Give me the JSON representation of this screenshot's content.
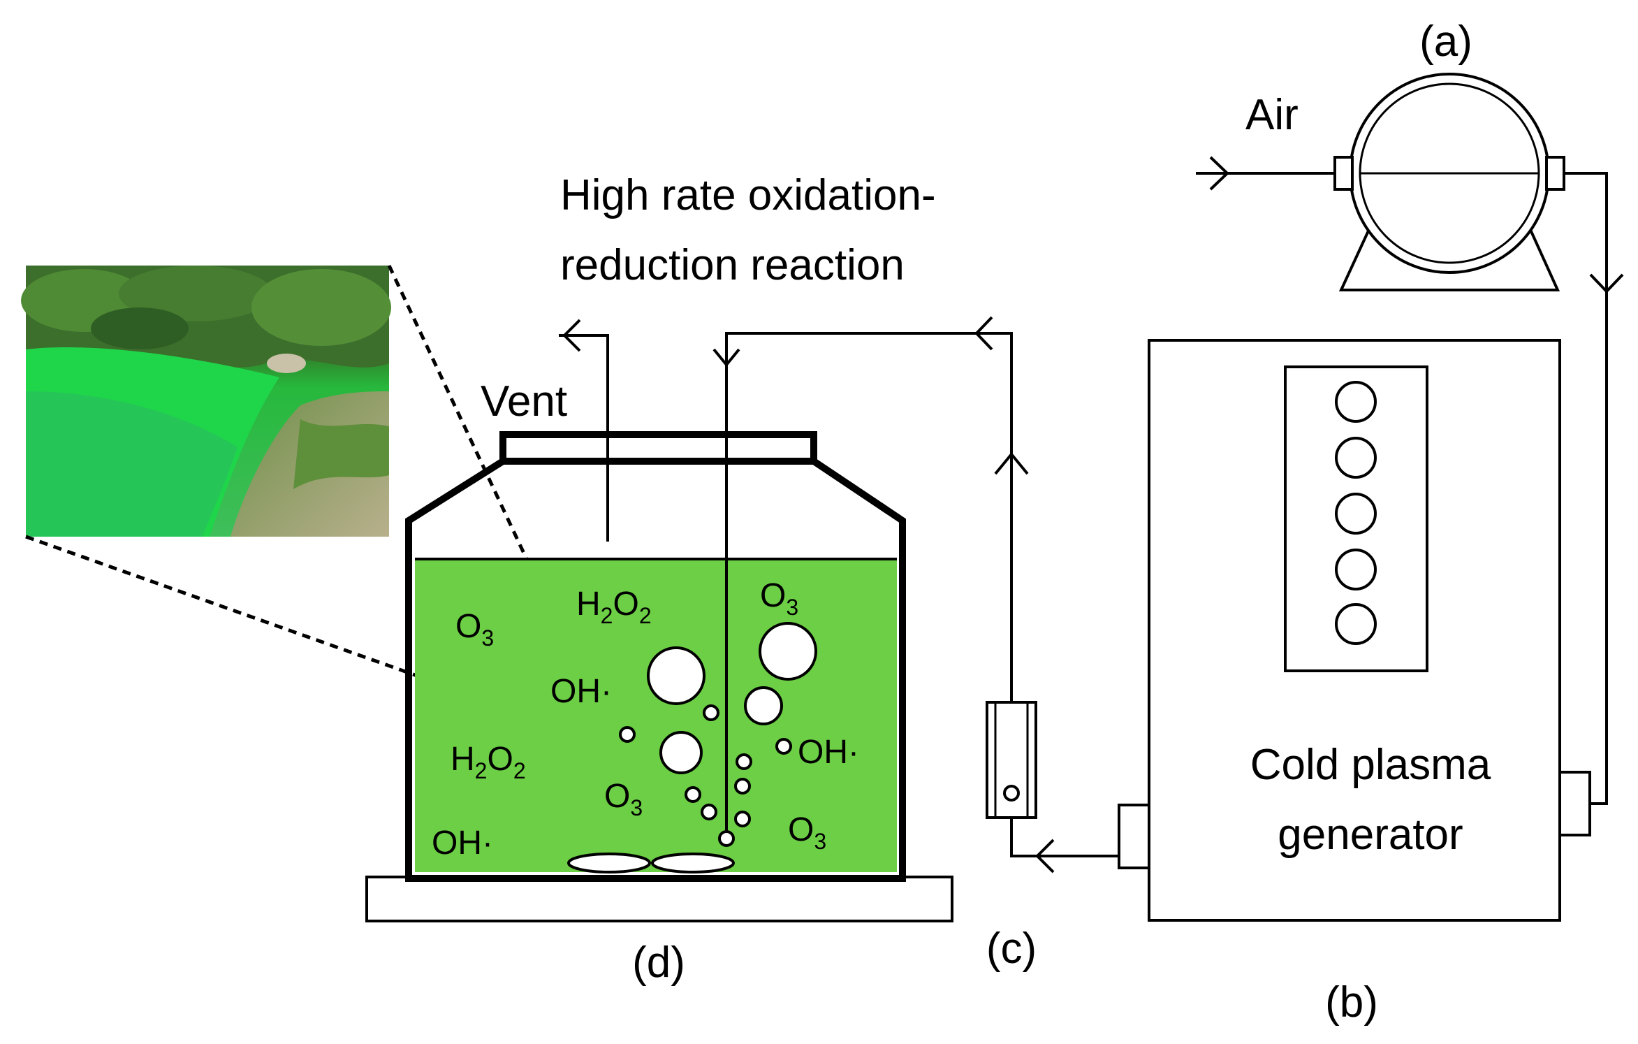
{
  "labels": {
    "pump": "(a)",
    "generator": "(b)",
    "flowmeter": "(c)",
    "reactor": "(d)",
    "air": "Air",
    "vent": "Vent",
    "reaction_line1": "High rate oxidation-",
    "reaction_line2": "reduction reaction",
    "generator_name_line1": "Cold plasma",
    "generator_name_line2": "generator"
  },
  "species": {
    "o3_left": {
      "main": "O",
      "sub": "3"
    },
    "h2o2_top": {
      "a": "H",
      "a_sub": "2",
      "b": "O",
      "b_sub": "2"
    },
    "o3_top_right": {
      "main": "O",
      "sub": "3"
    },
    "oh_center": "OH·",
    "h2o2_left": {
      "a": "H",
      "a_sub": "2",
      "b": "O",
      "b_sub": "2"
    },
    "oh_right": "OH·",
    "o3_center": {
      "main": "O",
      "sub": "3"
    },
    "oh_bottom_left": "OH·",
    "o3_bottom_right": {
      "main": "O",
      "sub": "3"
    }
  },
  "colors": {
    "water": "#6dcf45",
    "line": "#000000",
    "bubble": "#ffffff"
  },
  "photo": {
    "description_visible": false
  }
}
